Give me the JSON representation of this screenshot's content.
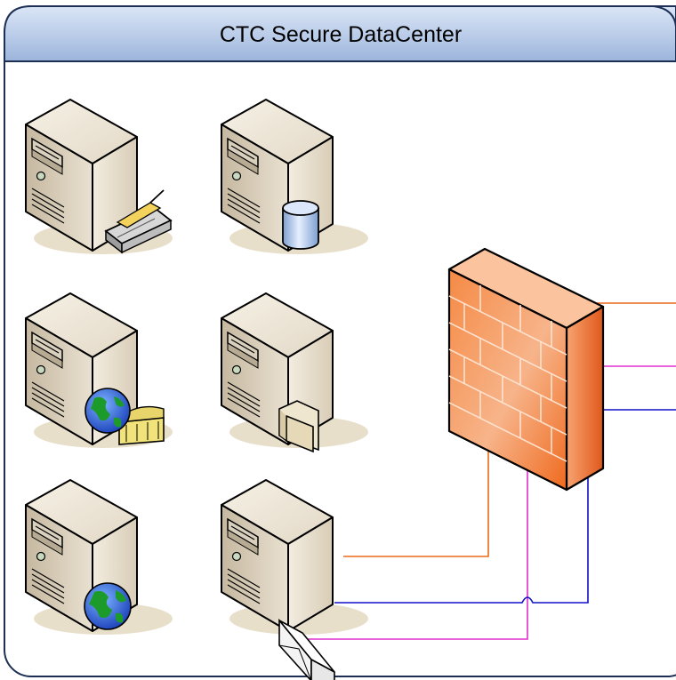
{
  "container": {
    "title": "CTC Secure DataCenter",
    "header_fill": "#c5d6ee",
    "header_fill_dark": "#9fb7dc",
    "border_color": "#1d2f54",
    "body_fill": "#ffffff"
  },
  "servers": [
    {
      "name": "file-print-server",
      "badge": "printer-icon"
    },
    {
      "name": "database-server",
      "badge": "database-icon"
    },
    {
      "name": "web-media-server",
      "badge": "globe-film-icon"
    },
    {
      "name": "file-server",
      "badge": "folder-icon"
    },
    {
      "name": "web-server",
      "badge": "globe-icon"
    },
    {
      "name": "mail-server",
      "badge": "envelope-icon"
    }
  ],
  "firewall": {
    "name": "firewall",
    "icon": "brick-wall-icon",
    "color": "#f26d25"
  },
  "connections": {
    "colors": {
      "orange": "#ea6a1b",
      "magenta": "#e02fcf",
      "blue": "#1010c8"
    }
  }
}
